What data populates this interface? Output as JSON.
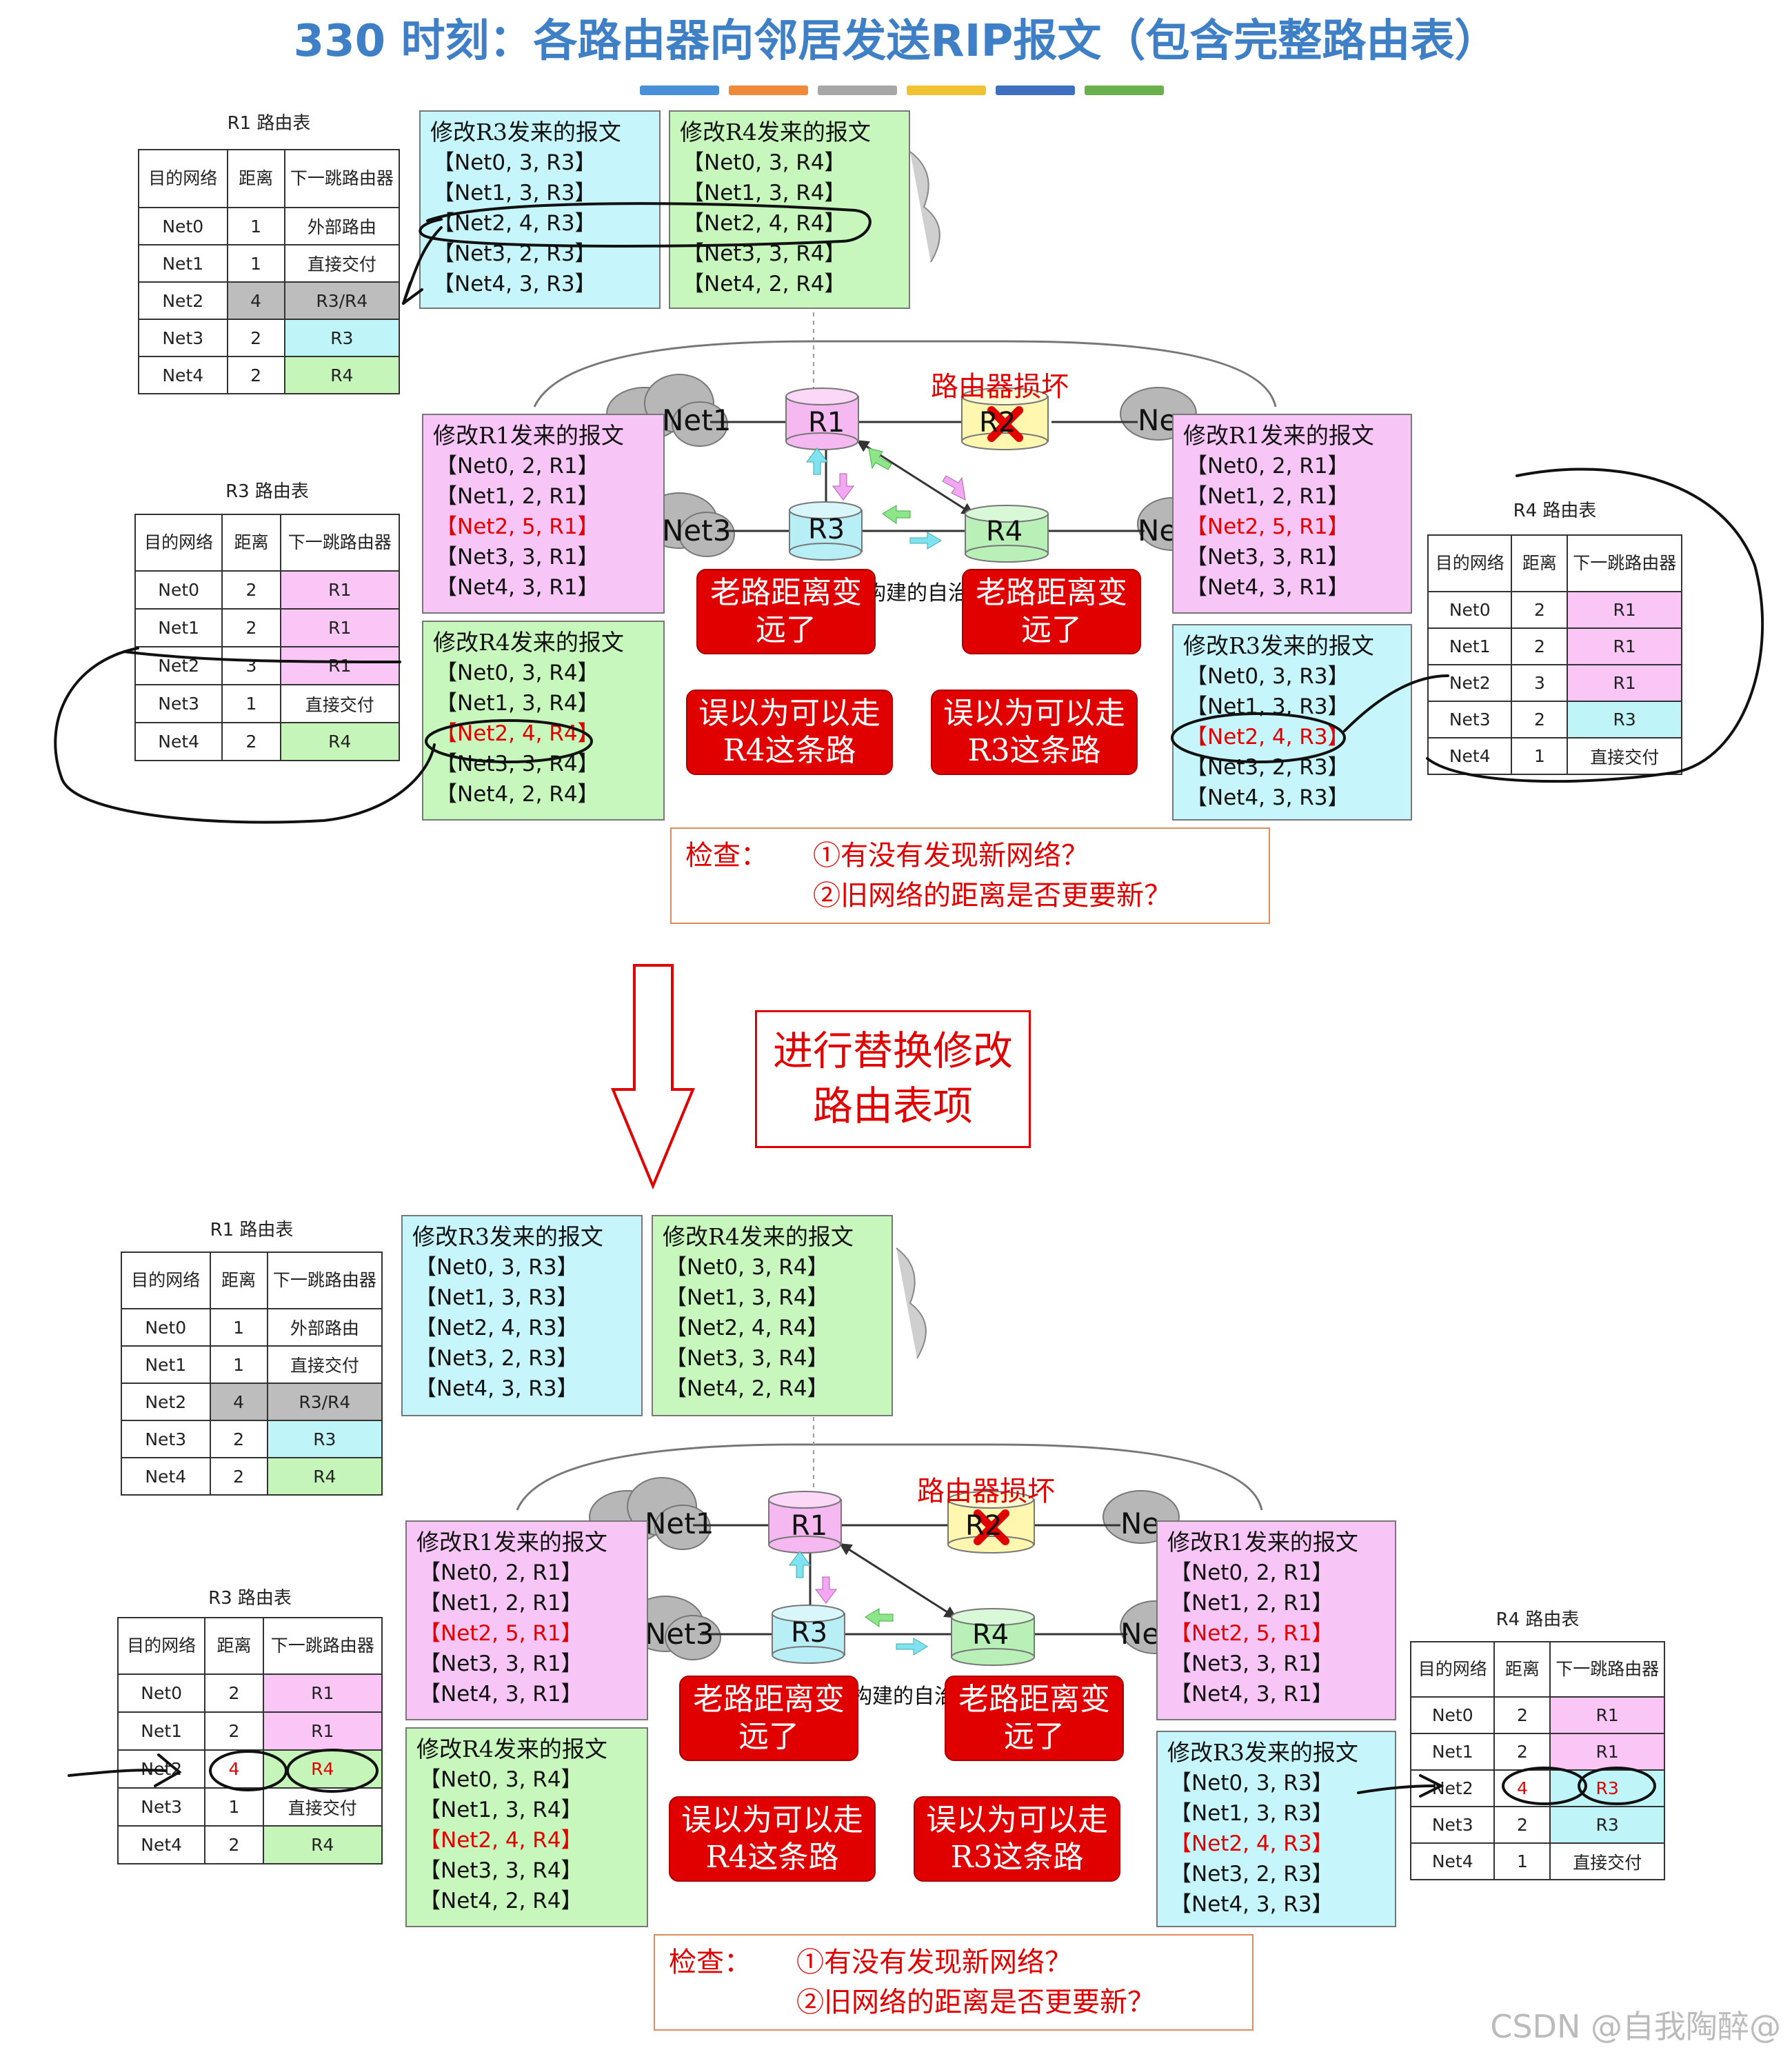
{
  "title": "330 时刻：各路由器向邻居发送RIP报文（包含完整路由表）",
  "colors": {
    "bar1": "#4a90d9",
    "bar2": "#ee8a3a",
    "bar3": "#a7a7a7",
    "bar4": "#f1c232",
    "bar5": "#3f6fbf",
    "bar6": "#6ab04c"
  },
  "col_headers": {
    "dest": "目的网络",
    "dist": "距离",
    "next": "下一跳路由器"
  },
  "top": {
    "r1": {
      "caption": "R1 路由表",
      "rows": [
        {
          "dest": "Net0",
          "dist": "1",
          "next": "外部路由"
        },
        {
          "dest": "Net1",
          "dist": "1",
          "next": "直接交付"
        },
        {
          "dest": "Net2",
          "dist": "4",
          "next": "R3/R4"
        },
        {
          "dest": "Net3",
          "dist": "2",
          "next": "R3"
        },
        {
          "dest": "Net4",
          "dist": "2",
          "next": "R4"
        }
      ]
    },
    "r3": {
      "caption": "R3 路由表",
      "rows": [
        {
          "dest": "Net0",
          "dist": "2",
          "next": "R1"
        },
        {
          "dest": "Net1",
          "dist": "2",
          "next": "R1"
        },
        {
          "dest": "Net2",
          "dist": "3",
          "next": "R1"
        },
        {
          "dest": "Net3",
          "dist": "1",
          "next": "直接交付"
        },
        {
          "dest": "Net4",
          "dist": "2",
          "next": "R4"
        }
      ]
    },
    "r4": {
      "caption": "R4 路由表",
      "rows": [
        {
          "dest": "Net0",
          "dist": "2",
          "next": "R1"
        },
        {
          "dest": "Net1",
          "dist": "2",
          "next": "R1"
        },
        {
          "dest": "Net2",
          "dist": "3",
          "next": "R1"
        },
        {
          "dest": "Net3",
          "dist": "2",
          "next": "R3"
        },
        {
          "dest": "Net4",
          "dist": "1",
          "next": "直接交付"
        }
      ]
    }
  },
  "bottom": {
    "r1": {
      "caption": "R1 路由表",
      "rows": [
        {
          "dest": "Net0",
          "dist": "1",
          "next": "外部路由"
        },
        {
          "dest": "Net1",
          "dist": "1",
          "next": "直接交付"
        },
        {
          "dest": "Net2",
          "dist": "4",
          "next": "R3/R4"
        },
        {
          "dest": "Net3",
          "dist": "2",
          "next": "R3"
        },
        {
          "dest": "Net4",
          "dist": "2",
          "next": "R4"
        }
      ]
    },
    "r3": {
      "caption": "R3 路由表",
      "rows": [
        {
          "dest": "Net0",
          "dist": "2",
          "next": "R1"
        },
        {
          "dest": "Net1",
          "dist": "2",
          "next": "R1"
        },
        {
          "dest": "Net2",
          "dist": "4",
          "next": "R4"
        },
        {
          "dest": "Net3",
          "dist": "1",
          "next": "直接交付"
        },
        {
          "dest": "Net4",
          "dist": "2",
          "next": "R4"
        }
      ]
    },
    "r4": {
      "caption": "R4 路由表",
      "rows": [
        {
          "dest": "Net0",
          "dist": "2",
          "next": "R1"
        },
        {
          "dest": "Net1",
          "dist": "2",
          "next": "R1"
        },
        {
          "dest": "Net2",
          "dist": "4",
          "next": "R3"
        },
        {
          "dest": "Net3",
          "dist": "2",
          "next": "R3"
        },
        {
          "dest": "Net4",
          "dist": "1",
          "next": "直接交付"
        }
      ]
    }
  },
  "msgs": {
    "r3": {
      "title": "修改R3发来的报文",
      "items": [
        "【Net0, 3, R3】",
        "【Net1, 3, R3】",
        "【Net2, 4, R3】",
        "【Net3, 2, R3】",
        "【Net4, 3, R3】"
      ]
    },
    "r4": {
      "title": "修改R4发来的报文",
      "items": [
        "【Net0, 3, R4】",
        "【Net1, 3, R4】",
        "【Net2, 4, R4】",
        "【Net3, 3, R4】",
        "【Net4, 2, R4】"
      ]
    },
    "r1": {
      "title": "修改R1发来的报文",
      "items": [
        "【Net0, 2, R1】",
        "【Net1, 2, R1】",
        "【Net2, 5, R1】",
        "【Net3, 3, R1】",
        "【Net4, 3, R1】"
      ]
    }
  },
  "network": {
    "broken": "路由器损坏",
    "r1": "R1",
    "r2": "R2",
    "r3": "R3",
    "r4": "R4",
    "net1": "Net1",
    "net3": "Net3",
    "ne": "Ne",
    "as_text": "构建的自治"
  },
  "callouts": {
    "old_far": "老路距离变远了",
    "via_r4": "误以为可以走R4这条路",
    "via_r3": "误以为可以走R3这条路"
  },
  "check": {
    "label": "检查：",
    "q1": "①有没有发现新网络？",
    "q2": "②旧网络的距离是否更要新？"
  },
  "replace_text": "进行替换修改路由表项",
  "watermark": "CSDN @自我陶醉@"
}
